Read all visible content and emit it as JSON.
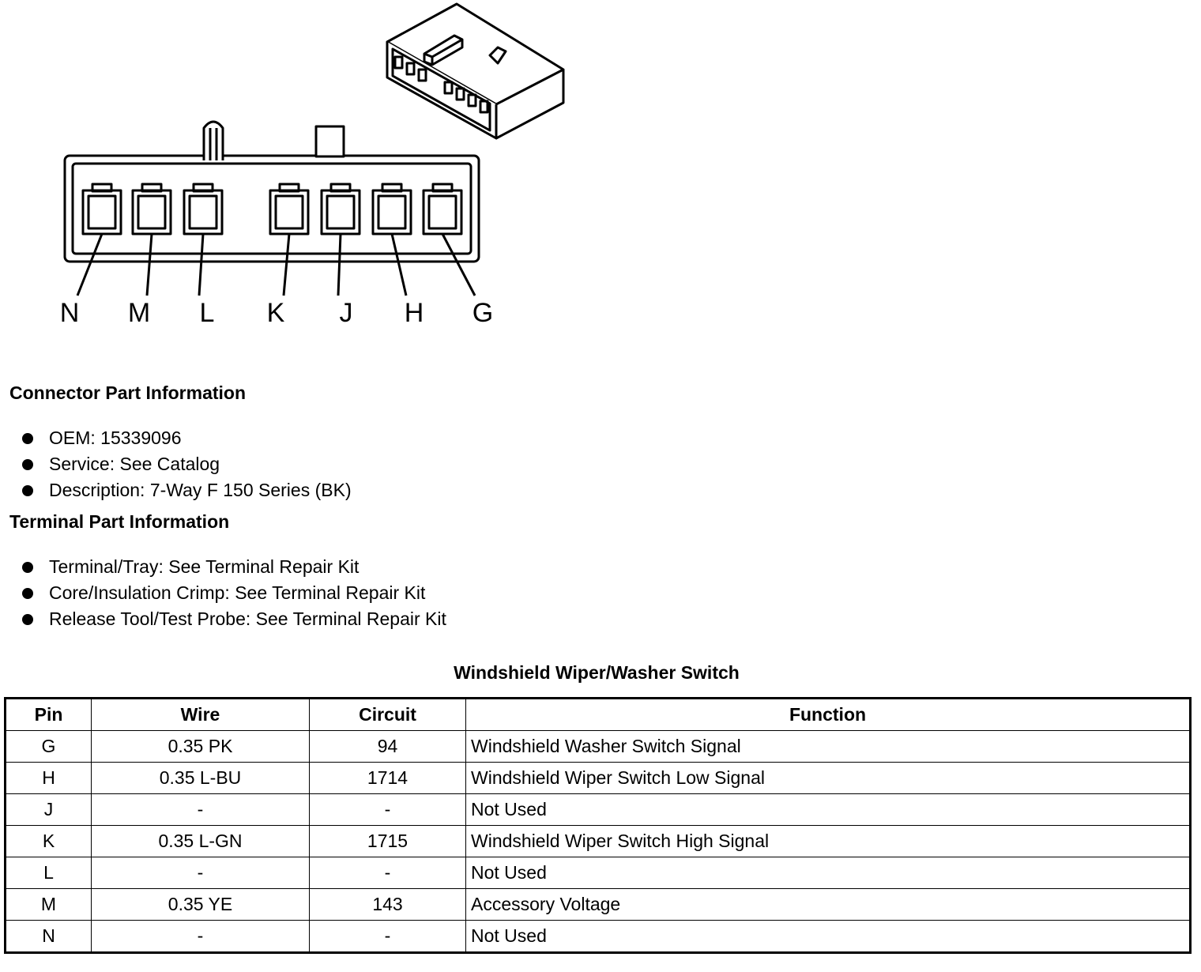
{
  "diagram": {
    "pin_labels": [
      "N",
      "M",
      "L",
      "K",
      "J",
      "H",
      "G"
    ]
  },
  "connector_info": {
    "title": "Connector Part Information",
    "items": [
      "OEM: 15339096",
      "Service: See Catalog",
      "Description: 7-Way F 150 Series (BK)"
    ]
  },
  "terminal_info": {
    "title": "Terminal Part Information",
    "items": [
      "Terminal/Tray: See Terminal Repair Kit",
      "Core/Insulation Crimp: See Terminal Repair Kit",
      "Release Tool/Test Probe: See Terminal Repair Kit"
    ]
  },
  "table": {
    "title": "Windshield Wiper/Washer Switch",
    "headers": {
      "pin": "Pin",
      "wire": "Wire",
      "circuit": "Circuit",
      "function": "Function"
    },
    "rows": [
      {
        "pin": "G",
        "wire": "0.35 PK",
        "circuit": "94",
        "function": "Windshield Washer Switch Signal"
      },
      {
        "pin": "H",
        "wire": "0.35 L-BU",
        "circuit": "1714",
        "function": "Windshield Wiper Switch Low Signal"
      },
      {
        "pin": "J",
        "wire": "-",
        "circuit": "-",
        "function": "Not Used"
      },
      {
        "pin": "K",
        "wire": "0.35 L-GN",
        "circuit": "1715",
        "function": "Windshield Wiper Switch High Signal"
      },
      {
        "pin": "L",
        "wire": "-",
        "circuit": "-",
        "function": "Not Used"
      },
      {
        "pin": "M",
        "wire": "0.35 YE",
        "circuit": "143",
        "function": "Accessory Voltage"
      },
      {
        "pin": "N",
        "wire": "-",
        "circuit": "-",
        "function": "Not Used"
      }
    ]
  }
}
